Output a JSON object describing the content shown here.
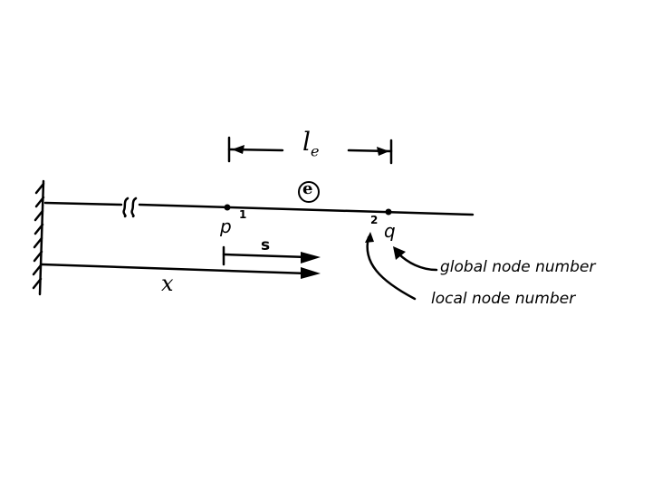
{
  "diagram": {
    "element_length_label": "l",
    "element_length_subscript": "e",
    "element_label": "e",
    "global_axis_label": "x",
    "local_axis_label": "s",
    "node1_global": "p",
    "node1_local": "1",
    "node2_local": "2",
    "node2_global": "q",
    "annotation_global": "global node number",
    "annotation_local": "local node number",
    "break_symbol": "SS",
    "colors": {
      "ink": "#000000",
      "background": "#ffffff"
    }
  }
}
